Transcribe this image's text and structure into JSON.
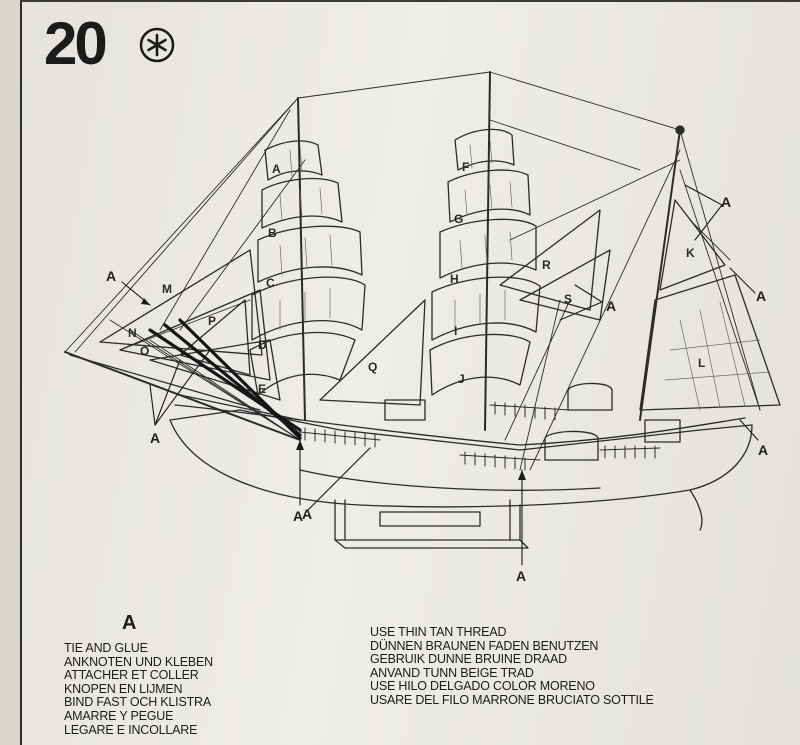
{
  "step": {
    "number": "20",
    "icon": "asterisk-circle-icon"
  },
  "callouts": [
    "A",
    "A",
    "A",
    "A",
    "A",
    "A",
    "A",
    "A",
    "A",
    "A"
  ],
  "parts": [
    "A",
    "B",
    "C",
    "D",
    "E",
    "F",
    "G",
    "H",
    "I",
    "J",
    "K",
    "L",
    "M",
    "N",
    "O",
    "P",
    "Q",
    "R",
    "S"
  ],
  "legend": {
    "letter": "A",
    "left_lines": [
      "TIE AND GLUE",
      "ANKNOTEN UND KLEBEN",
      "ATTACHER ET COLLER",
      "KNOPEN EN LIJMEN",
      "BIND FAST OCH KLISTRA",
      "AMARRE Y PEGUE",
      "LEGARE E INCOLLARE"
    ],
    "right_lines": [
      "USE THIN TAN THREAD",
      "DÜNNEN BRAUNEN FADEN BENUTZEN",
      "GEBRUIK DUNNE BRUINE DRAAD",
      "ANVAND TUNN BEIGE TRAD",
      "USE HILO DELGADO COLOR MORENO",
      "USARE DEL FILO MARRONE BRUCIATO SOTTILE"
    ]
  }
}
